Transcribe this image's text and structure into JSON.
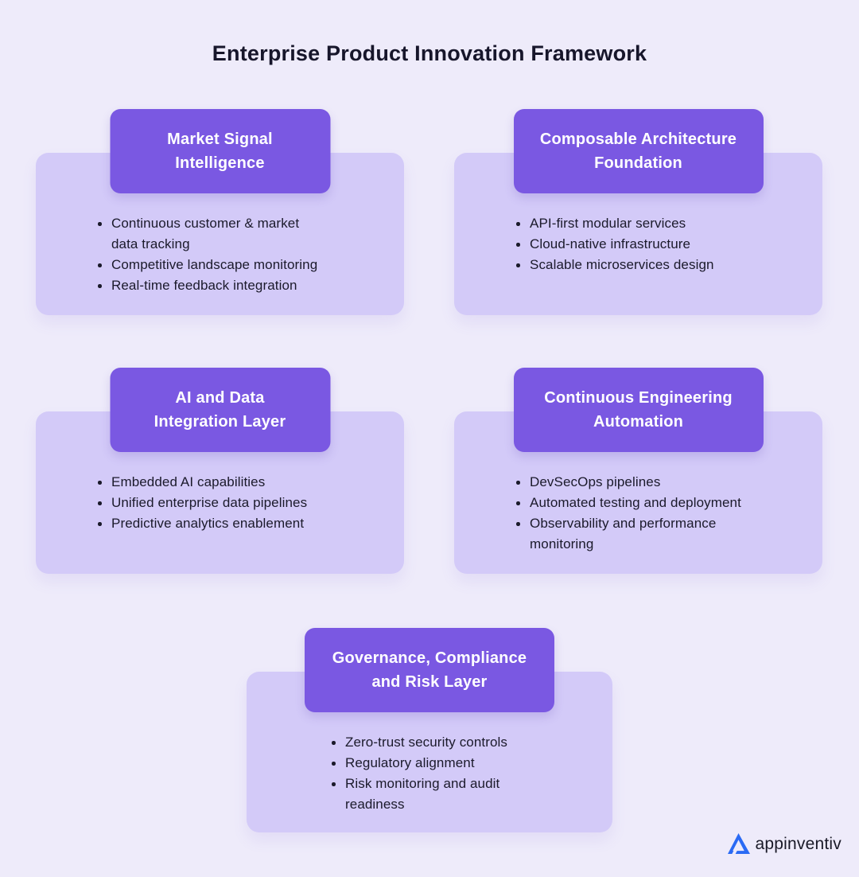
{
  "page": {
    "title": "Enterprise Product Innovation Framework",
    "background_color": "#EEEBFA"
  },
  "colors": {
    "header_purple": "#7A58E2",
    "card_body_purple": "#D3CAF8",
    "text_dark": "#17162B",
    "header_text": "#FFFFFF",
    "logo_blue": "#2A6AF4"
  },
  "cards": [
    {
      "title": "Market Signal\nIntelligence",
      "bullets": [
        "Continuous customer & market\ndata tracking",
        "Competitive landscape monitoring",
        "Real-time feedback integration"
      ]
    },
    {
      "title": "Composable Architecture\nFoundation",
      "bullets": [
        "API-first modular services",
        "Cloud-native infrastructure",
        "Scalable microservices design"
      ]
    },
    {
      "title": "AI and Data\nIntegration Layer",
      "bullets": [
        "Embedded AI capabilities",
        "Unified enterprise data pipelines",
        "Predictive analytics enablement"
      ]
    },
    {
      "title": "Continuous Engineering\nAutomation",
      "bullets": [
        "DevSecOps pipelines",
        "Automated testing and deployment",
        "Observability and performance\nmonitoring"
      ]
    },
    {
      "title": "Governance, Compliance\nand Risk Layer",
      "bullets": [
        "Zero-trust security controls",
        "Regulatory alignment",
        "Risk monitoring and audit\nreadiness"
      ]
    }
  ],
  "footer": {
    "logo_text": "appinventiv"
  }
}
